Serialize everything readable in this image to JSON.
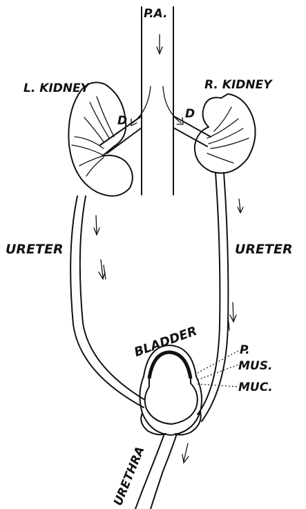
{
  "labels": {
    "pa": "P.A.",
    "left_kidney": "L. KIDNEY",
    "right_kidney": "R. KIDNEY",
    "d_left": "D",
    "d_right": "D",
    "ureter_left": "URETER",
    "ureter_right": "URETER",
    "bladder": "BLADDER",
    "p": "P.",
    "mus": "MUS.",
    "muc": "MUC.",
    "urethra": "URETHRA"
  },
  "colors": {
    "ink": "#111111",
    "paper": "#ffffff"
  }
}
